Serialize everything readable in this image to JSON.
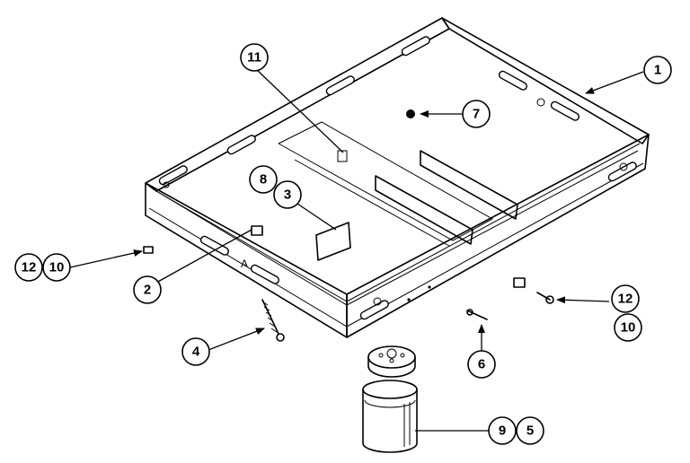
{
  "callouts": {
    "c1": "1",
    "c2": "2",
    "c3": "3",
    "c4": "4",
    "c5": "5",
    "c6": "6",
    "c7": "7",
    "c8": "8",
    "c9": "9",
    "c10_left": "10",
    "c12_left": "12",
    "c10_right": "10",
    "c12_right": "12",
    "c11": "11"
  },
  "panel_letter": "A"
}
